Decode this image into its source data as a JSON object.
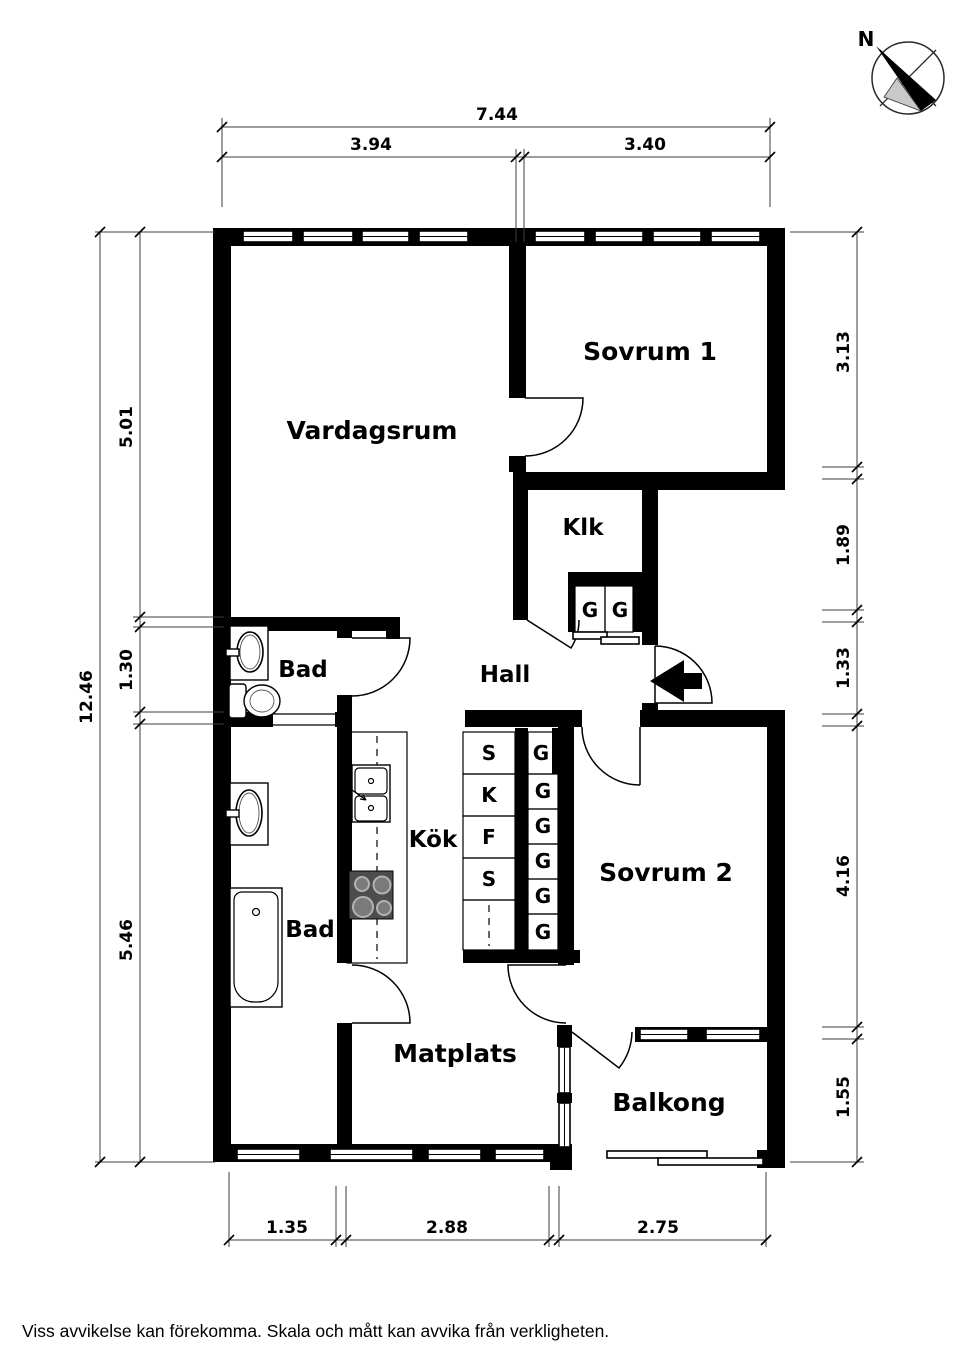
{
  "compass": {
    "north_label": "N"
  },
  "rooms": {
    "vardagsrum": "Vardagsrum",
    "sovrum1": "Sovrum 1",
    "klk": "Klk",
    "hall": "Hall",
    "bad_upper": "Bad",
    "bad_lower": "Bad",
    "kok": "Kök",
    "sovrum2": "Sovrum 2",
    "matplats": "Matplats",
    "balkong": "Balkong"
  },
  "wardrobes": {
    "hall": [
      "G",
      "G"
    ],
    "kitchen_tall_units": [
      "S",
      "K",
      "F",
      "S"
    ],
    "kitchen": [
      "G",
      "G",
      "G",
      "G",
      "G",
      "G"
    ]
  },
  "dimensions": {
    "top": {
      "total": "7.44",
      "segments": [
        "3.94",
        "3.40"
      ]
    },
    "left": {
      "total": "12.46",
      "segments": [
        "5.01",
        "1.30",
        "5.46"
      ]
    },
    "right": {
      "segments": [
        "3.13",
        "1.89",
        "1.33",
        "4.16",
        "1.55"
      ]
    },
    "bottom": {
      "segments": [
        "1.35",
        "2.88",
        "2.75"
      ]
    }
  },
  "footer": {
    "disclaimer": "Viss avvikelse kan förekomma. Skala och mått kan avvika från verkligheten."
  },
  "colors": {
    "wall": "#000000",
    "background": "#ffffff",
    "stove": "#4d4d4d"
  }
}
